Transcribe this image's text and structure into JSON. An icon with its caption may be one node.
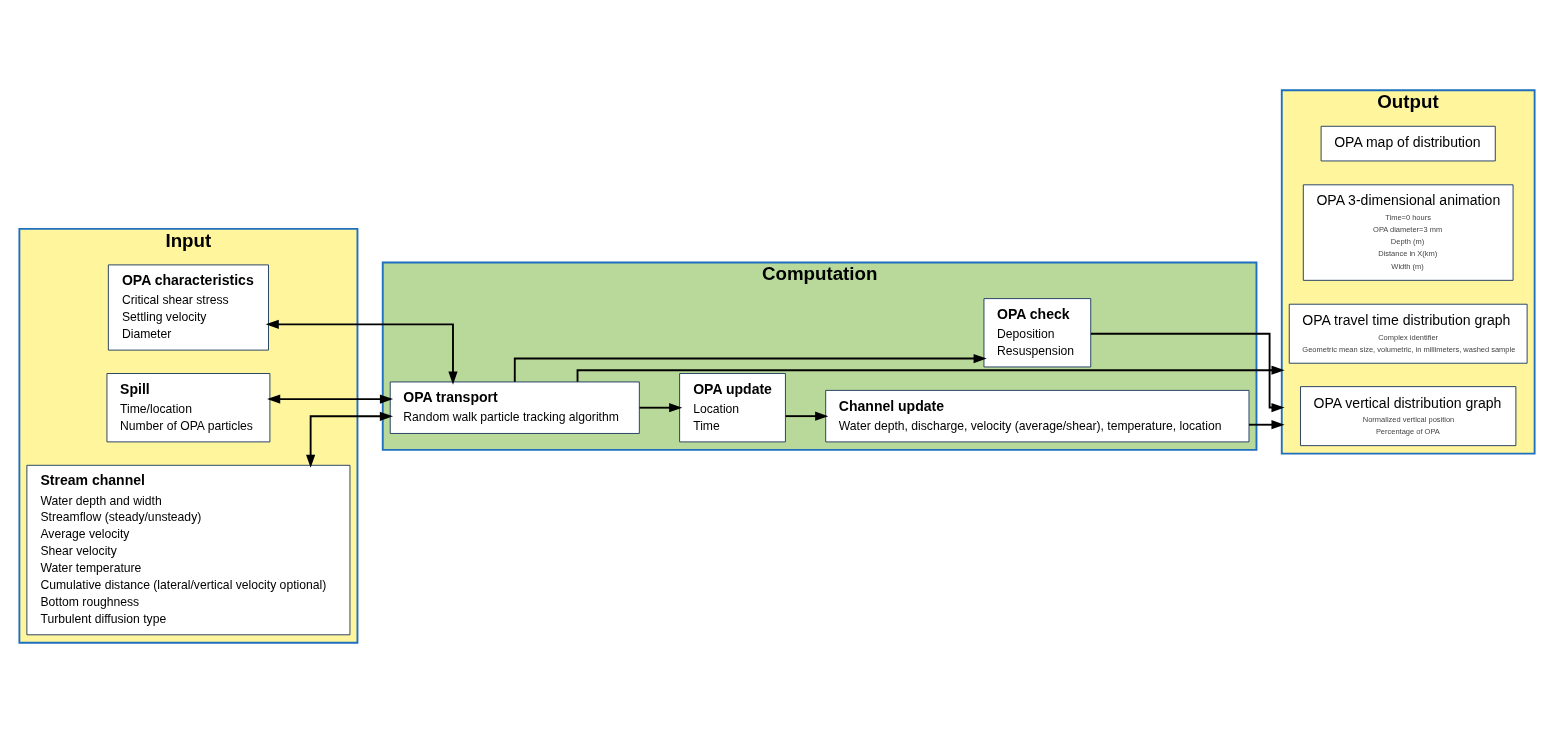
{
  "diagram": {
    "nodes": [
      {
        "text": [
          "Input"
        ]
      },
      {
        "text": [
          "Stream channel",
          "Water depth and width",
          "Streamflow (steady/unsteady)",
          "Average velocity",
          "Shear velocity",
          "Water temperature",
          "Cumulative distance (lateral/vertical velocity optional)",
          "Bottom roughness",
          "Turbulent diffusion type"
        ],
        "in": 0
      },
      {
        "text": [
          "Spill",
          "Time/location",
          "Number of OPA particles"
        ],
        "in": 0
      },
      {
        "text": [
          "OPA characteristics",
          "Critical shear stress",
          "Settling velocity",
          "Diameter"
        ],
        "in": 0
      },
      {
        "text": [
          "Computation"
        ]
      },
      {
        "text": [
          "OPA transport",
          "Random walk particle tracking algorithm"
        ],
        "in": 4
      },
      {
        "text": [
          "OPA update",
          "Location",
          "Time"
        ],
        "in": 4
      },
      {
        "text": [
          "OPA check",
          "Deposition",
          "Resuspension"
        ],
        "in": 4
      },
      {
        "text": [
          "Channel update",
          "Water depth, discharge, velocity (average/shear), temperature, location"
        ],
        "in": 4
      },
      {
        "text": [
          "Output"
        ]
      },
      {
        "text": [
          "OPA vertical distribution graph",
          "Normalized vertical position",
          "Percentage of OPA"
        ],
        "in": 9
      },
      {
        "text": [
          "OPA travel time distribution graph",
          "Complex identifier",
          "Geometric mean size, volumetric, in millimeters, washed sample"
        ],
        "in": 9
      },
      {
        "text": [
          "OPA 3-dimensional animation",
          "Time=0 hours",
          "OPA diameter=3 mm",
          "Depth (m)",
          "Distance in X(km)",
          "Width (m)"
        ],
        "in": 9
      },
      {
        "text": [
          "OPA map of distribution"
        ],
        "in": 9
      }
    ],
    "edges": [
      {
        "from": 1,
        "to": 5,
        "arrow": "both"
      },
      {
        "from": 2,
        "to": 5,
        "arrow": "both"
      },
      {
        "from": 3,
        "to": 5,
        "arrow": "both"
      },
      {
        "from": 5,
        "to": 6,
        "arrow": "to"
      },
      {
        "from": 5,
        "to": 7,
        "arrow": "to"
      },
      {
        "from": 6,
        "to": 8,
        "arrow": "to"
      },
      {
        "from": 5,
        "to": 9,
        "arrow": "to"
      },
      {
        "from": 8,
        "to": 9,
        "arrow": "to"
      },
      {
        "from": 7,
        "to": 9,
        "arrow": "to"
      }
    ]
  }
}
